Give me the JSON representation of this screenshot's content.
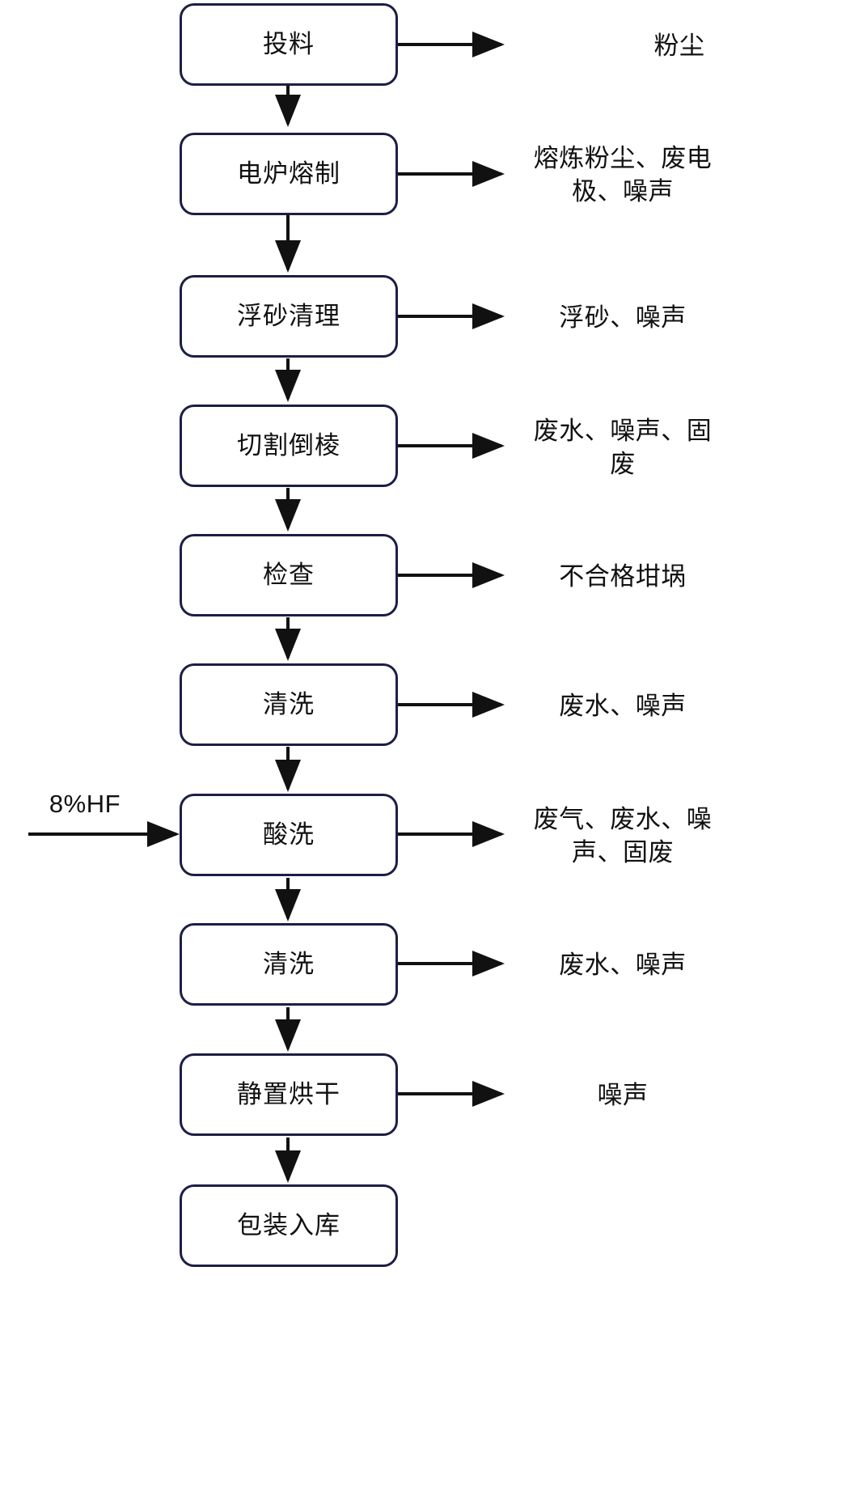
{
  "diagram": {
    "type": "process-flowchart",
    "title": "",
    "orientation": "vertical",
    "colors": {
      "node_border": "#1b1f44",
      "node_fill": "#ffffff",
      "arrow": "#111111",
      "text": "#111111",
      "background": "#ffffff"
    },
    "inputs": [
      {
        "id": "input-hf",
        "label": "8%HF",
        "target": "step-7"
      }
    ],
    "steps": [
      {
        "id": "step-1",
        "label": "投料",
        "output": "粉尘"
      },
      {
        "id": "step-2",
        "label": "电炉熔制",
        "output": "熔炼粉尘、废电\n极、噪声"
      },
      {
        "id": "step-3",
        "label": "浮砂清理",
        "output": "浮砂、噪声"
      },
      {
        "id": "step-4",
        "label": "切割倒棱",
        "output": "废水、噪声、固\n废"
      },
      {
        "id": "step-5",
        "label": "检查",
        "output": "不合格坩埚"
      },
      {
        "id": "step-6",
        "label": "清洗",
        "output": "废水、噪声"
      },
      {
        "id": "step-7",
        "label": "酸洗",
        "output": "废气、废水、噪\n声、固废"
      },
      {
        "id": "step-8",
        "label": "清洗",
        "output": "废水、噪声"
      },
      {
        "id": "step-9",
        "label": "静置烘干",
        "output": "噪声"
      },
      {
        "id": "step-10",
        "label": "包装入库",
        "output": ""
      }
    ]
  }
}
